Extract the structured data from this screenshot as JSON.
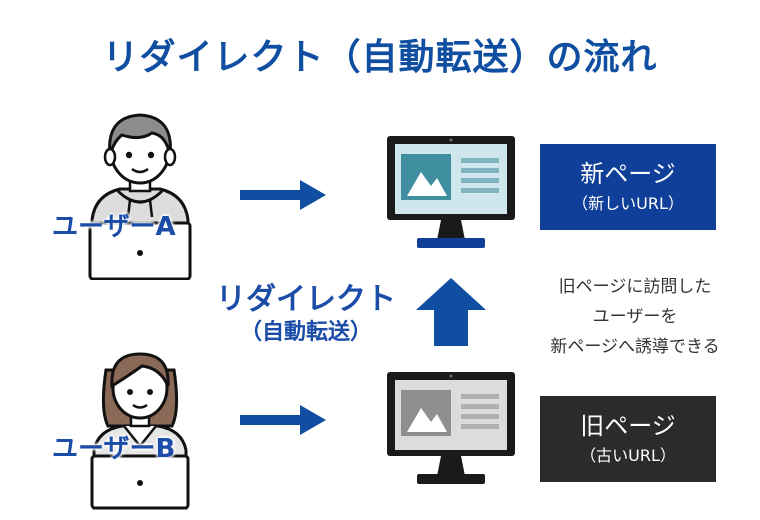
{
  "title": "リダイレクト（自動転送）の流れ",
  "users": {
    "a_label": "ユーザーA",
    "b_label": "ユーザーB"
  },
  "new_page": {
    "label": "新ページ",
    "sublabel": "（新しいURL）",
    "color": "#0f3f98"
  },
  "old_page": {
    "label": "旧ページ",
    "sublabel": "（古いURL）",
    "color": "#2b2b2b"
  },
  "redirect": {
    "label": "リダイレクト",
    "sublabel": "（自動転送）"
  },
  "explanation": {
    "line1": "旧ページに訪問した",
    "line2": "ユーザーを",
    "line3": "新ページへ誘導できる"
  },
  "colors": {
    "accent_blue": "#1a4ca8",
    "arrow_blue": "#0f4ea0",
    "screen_new": "#cfe7ec",
    "screen_old": "#d9d9d9"
  },
  "icons": {
    "user_a": "person-with-laptop-icon",
    "user_b": "woman-with-laptop-icon",
    "monitor_new": "monitor-icon",
    "monitor_old": "monitor-icon",
    "arrow_right": "arrow-right-icon",
    "arrow_up": "arrow-up-icon"
  }
}
